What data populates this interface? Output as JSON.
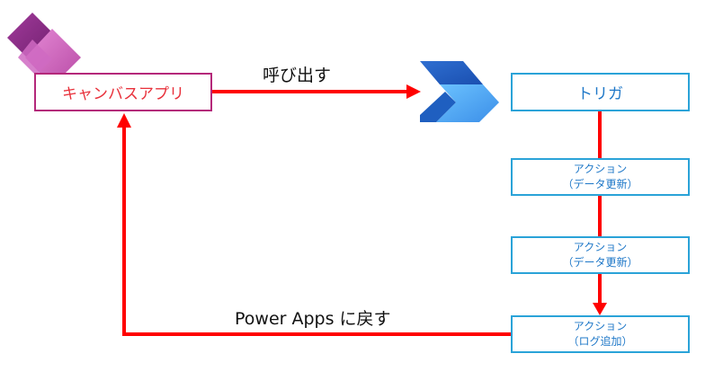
{
  "canvas_app": {
    "label": "キャンバスアプリ"
  },
  "trigger": {
    "label": "トリガ"
  },
  "actions": [
    {
      "line1": "アクション",
      "line2": "（データ更新）"
    },
    {
      "line1": "アクション",
      "line2": "（データ更新）"
    },
    {
      "line1": "アクション",
      "line2": "（ログ追加）"
    }
  ],
  "edges": {
    "call_label": "呼び出す",
    "return_label": "Power Apps に戻す"
  },
  "colors": {
    "arrow": "#ff0000",
    "canvas_border": "#b4287a",
    "canvas_text": "#e8303a",
    "flow_border": "#2aa3d8",
    "flow_text": "#1f78c8"
  },
  "icons": {
    "power_apps": "power-apps-logo-icon",
    "power_automate": "power-automate-logo-icon"
  }
}
